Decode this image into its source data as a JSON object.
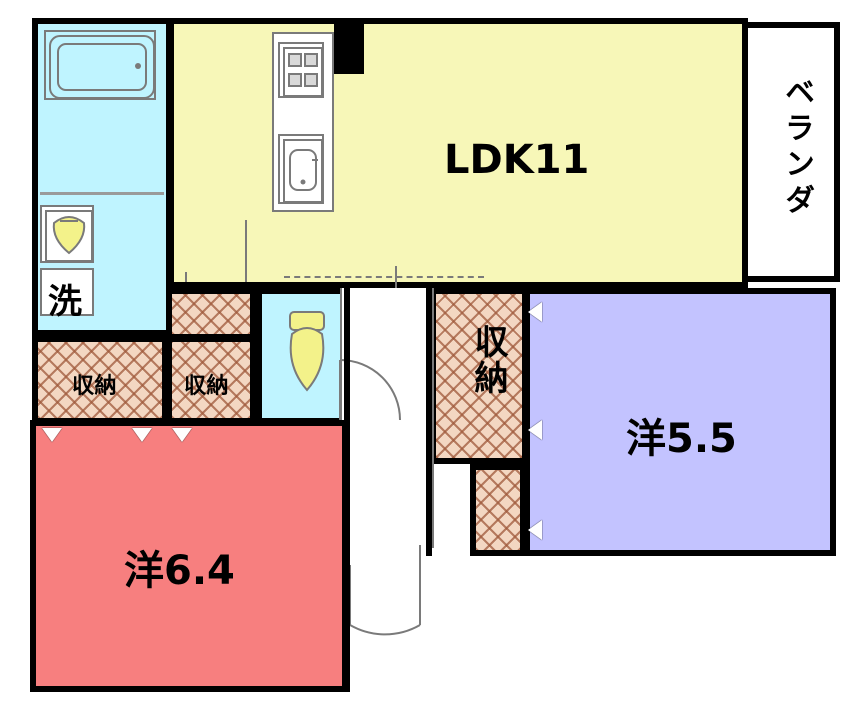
{
  "rooms": {
    "ldk": {
      "label": "LDK11"
    },
    "western_5_5": {
      "label": "洋5.5"
    },
    "western_6_4": {
      "label": "洋6.4"
    },
    "veranda": {
      "label": "ベランダ"
    },
    "wash": {
      "label": "洗"
    },
    "storage_1": {
      "label": "収納"
    },
    "storage_2": {
      "label": "収納"
    },
    "storage_3": {
      "label": "収納"
    }
  },
  "colors": {
    "ldk": "#f7f7b8",
    "western_5_5": "#c3c3ff",
    "western_6_4": "#f77f7f",
    "wet": "#bff4ff",
    "storage": "#f3d7c2",
    "veranda": "#ffffff",
    "wash_label_bg": "#ffffff"
  },
  "icons": {
    "door_swing": "door-swing-icon",
    "window_marker": "window-triangle-icon",
    "bathtub": "bathtub-icon",
    "stove": "stove-icon",
    "sink": "sink-icon",
    "toilet": "toilet-icon",
    "washbasin": "washbasin-icon"
  }
}
